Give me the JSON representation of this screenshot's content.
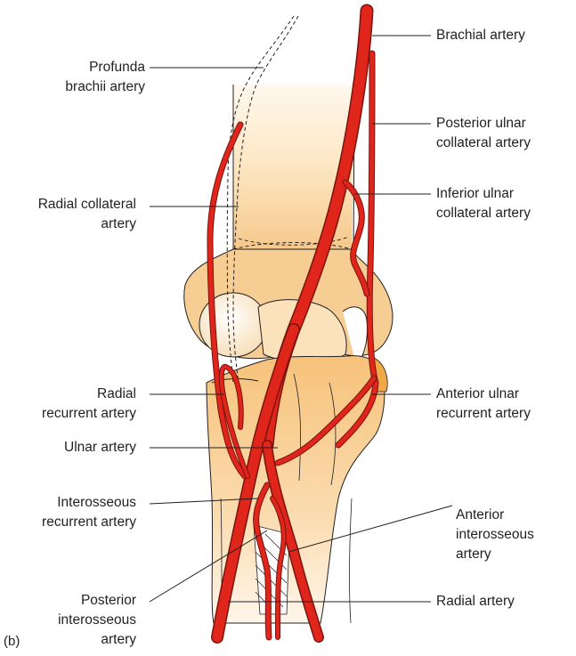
{
  "figure": {
    "panel_label": "(b)",
    "colors": {
      "artery": "#e0251b",
      "artery_outline": "#7a1410",
      "bone_light": "#fde9c9",
      "bone_mid": "#f6c98b",
      "bone_dark": "#eeb05f",
      "outline": "#231f20",
      "leader": "#231f20"
    },
    "labels": {
      "profunda_brachii": [
        "Profunda",
        "brachii artery"
      ],
      "radial_collateral": [
        "Radial collateral",
        "artery"
      ],
      "radial_recurrent": [
        "Radial",
        "recurrent artery"
      ],
      "ulnar": [
        "Ulnar artery"
      ],
      "interosseous_recurrent": [
        "Interosseous",
        "recurrent artery"
      ],
      "posterior_interosseous": [
        "Posterior",
        "interosseous",
        "artery"
      ],
      "brachial": [
        "Brachial artery"
      ],
      "posterior_ulnar_collateral": [
        "Posterior ulnar",
        "collateral artery"
      ],
      "inferior_ulnar_collateral": [
        "Inferior ulnar",
        "collateral artery"
      ],
      "anterior_ulnar_recurrent": [
        "Anterior ulnar",
        "recurrent artery"
      ],
      "anterior_interosseous": [
        "Anterior",
        "interosseous",
        "artery"
      ],
      "radial": [
        "Radial artery"
      ]
    }
  }
}
